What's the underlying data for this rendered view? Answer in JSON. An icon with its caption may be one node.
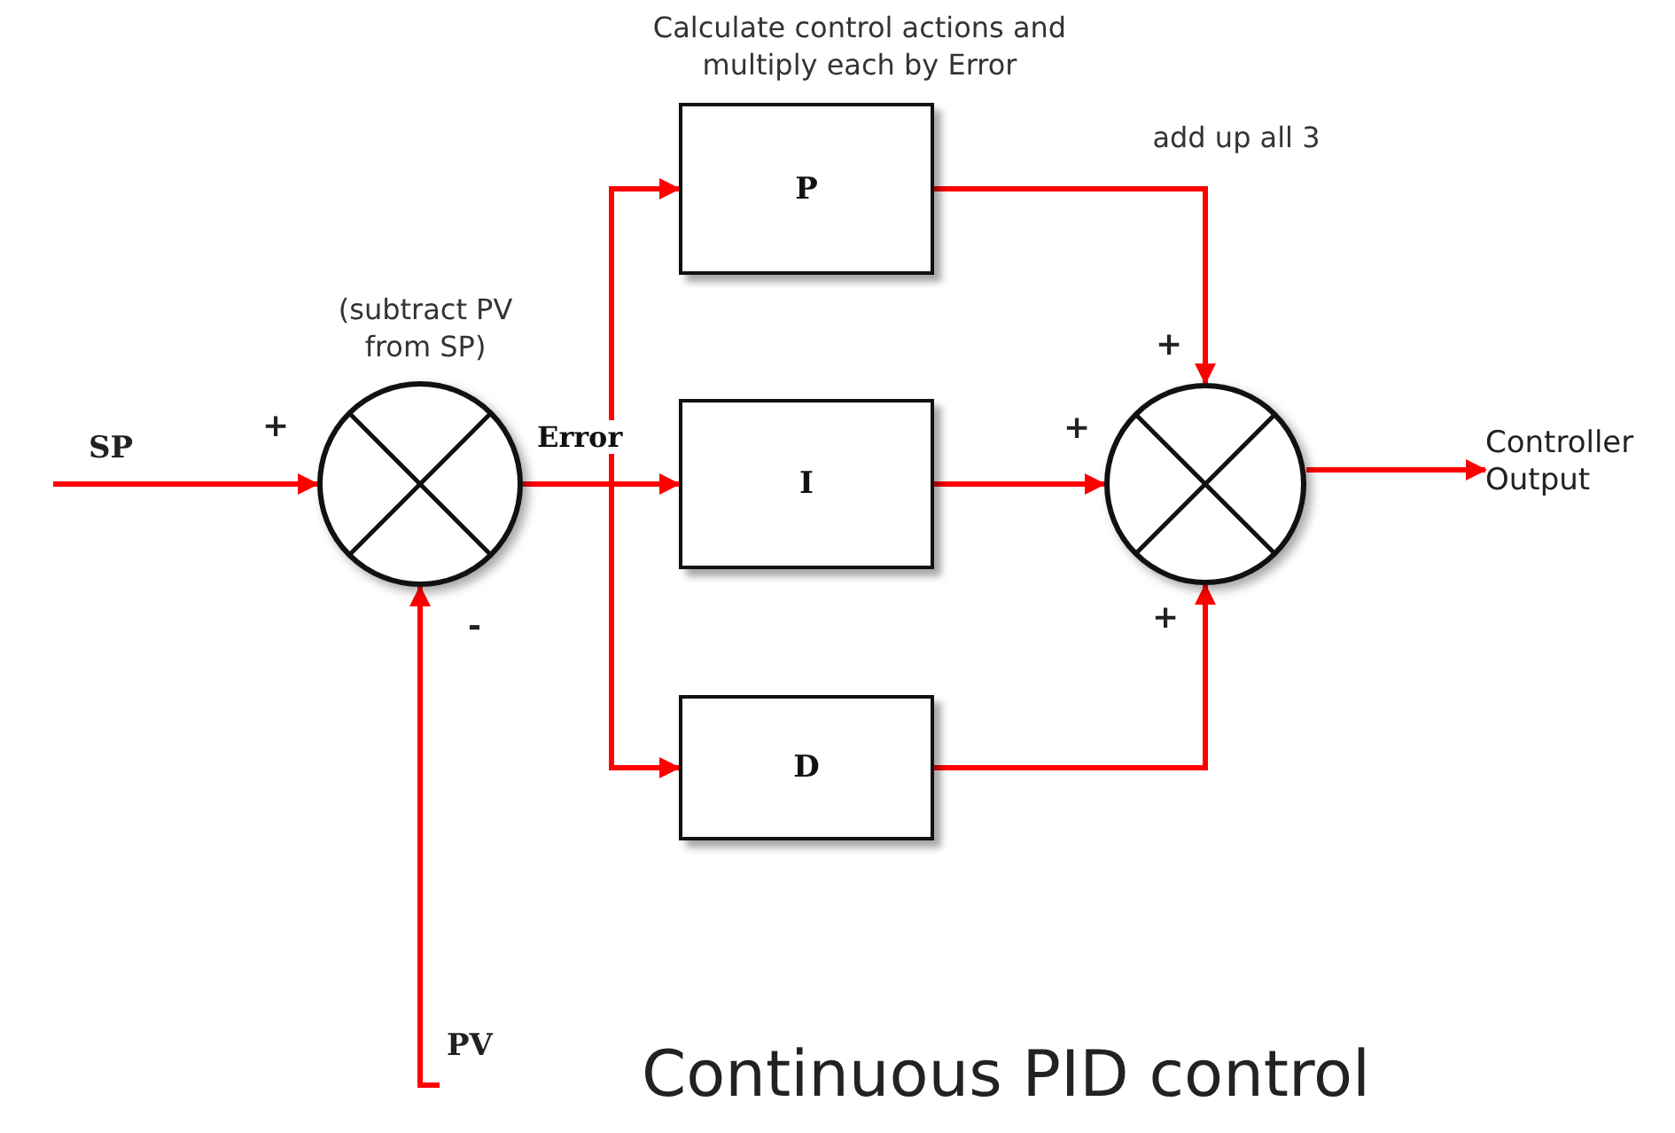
{
  "diagram": {
    "caption": "Continuous PID control",
    "nodes": [
      {
        "text": [
          "SP"
        ]
      },
      {
        "text": [],
        "shape": "circle",
        "beside": [
          "(subtract PV from SP)"
        ]
      },
      {
        "text": [
          "PV"
        ]
      },
      {
        "text": [
          "P"
        ]
      },
      {
        "text": [
          "I"
        ]
      },
      {
        "text": [
          "D"
        ]
      },
      {
        "text": [],
        "shape": "circle"
      },
      {
        "text": [
          "Controller Output"
        ]
      }
    ],
    "edges": [
      {
        "from": 0,
        "to": 1,
        "arrow": "to"
      },
      {
        "from": 2,
        "to": 1,
        "arrow": "to"
      },
      {
        "from": 1,
        "to": 3,
        "arrow": "to"
      },
      {
        "from": 1,
        "to": 4,
        "arrow": "to",
        "label": "Error"
      },
      {
        "from": 1,
        "to": 5,
        "arrow": "to"
      },
      {
        "from": 3,
        "to": 6,
        "arrow": "to"
      },
      {
        "from": 4,
        "to": 6,
        "arrow": "to"
      },
      {
        "from": 5,
        "to": 6,
        "arrow": "to"
      },
      {
        "from": 6,
        "to": 7,
        "arrow": "to"
      }
    ],
    "labels": [
      "Calculate control actions and multiply each by Error",
      "add up all 3",
      "+",
      "-",
      "+",
      "+",
      "+"
    ]
  }
}
